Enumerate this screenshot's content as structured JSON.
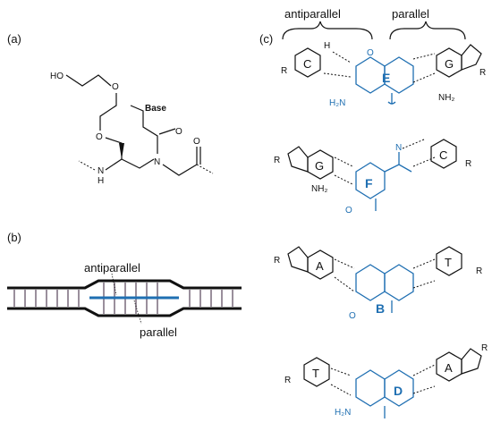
{
  "panel_labels": {
    "a": "(a)",
    "b": "(b)",
    "c": "(c)"
  },
  "panel_a": {
    "atoms": {
      "ho": "HO",
      "o1": "O",
      "o2": "O",
      "base": "Base",
      "o_carbonyl1": "O",
      "o_carbonyl2": "O",
      "nh_n": "N",
      "nh_h": "H",
      "n_backbone": "N"
    }
  },
  "panel_b": {
    "antiparallel": "antiparallel",
    "parallel": "parallel"
  },
  "panel_c": {
    "header_antiparallel": "antiparallel",
    "header_parallel": "parallel",
    "row1": {
      "left": "C",
      "center": "E",
      "right": "G"
    },
    "row2": {
      "left": "G",
      "center": "F",
      "right": "C"
    },
    "row3": {
      "left": "A",
      "center": "B",
      "right": "T"
    },
    "row4": {
      "left": "T",
      "center": "D",
      "right": "A"
    },
    "atoms": {
      "N": "N",
      "H": "H",
      "O": "O",
      "R": "R",
      "NH2": "NH₂",
      "H2N": "H₂N"
    }
  },
  "colors": {
    "blue": "#1f6fb2",
    "black": "#111111",
    "strand_gray": "#9a8f9c"
  }
}
